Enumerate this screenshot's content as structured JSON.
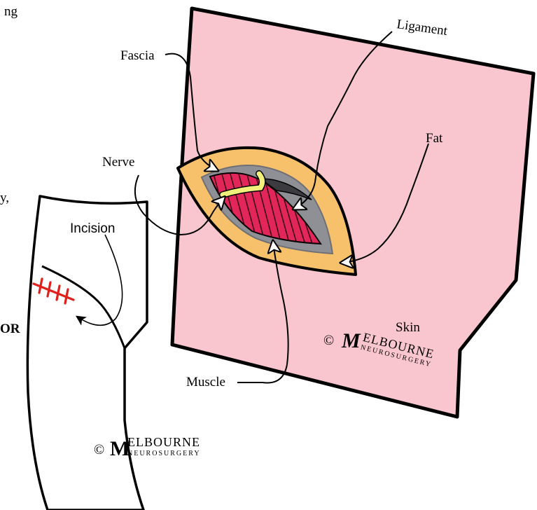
{
  "labels": {
    "fascia": "Fascia",
    "ligament": "Ligament",
    "fat": "Fat",
    "nerve": "Nerve",
    "muscle": "Muscle",
    "skin": "Skin",
    "incision": "Incision"
  },
  "fragments": {
    "top_left": "ng",
    "mid_left": "y,",
    "bold_left": "OR"
  },
  "watermark": {
    "copyright": "©",
    "initial": "M",
    "name_top": "ELBOURNE",
    "name_bottom": "NEUROSURGERY"
  },
  "colors": {
    "skin": "#f9c6cf",
    "fat": "#f7c06b",
    "fascia": "#8f9095",
    "muscle": "#e2265a",
    "muscle_stripes": "#3a0a18",
    "nerve": "#f0f07a",
    "incision": "#e0201c",
    "outline": "#000000"
  }
}
